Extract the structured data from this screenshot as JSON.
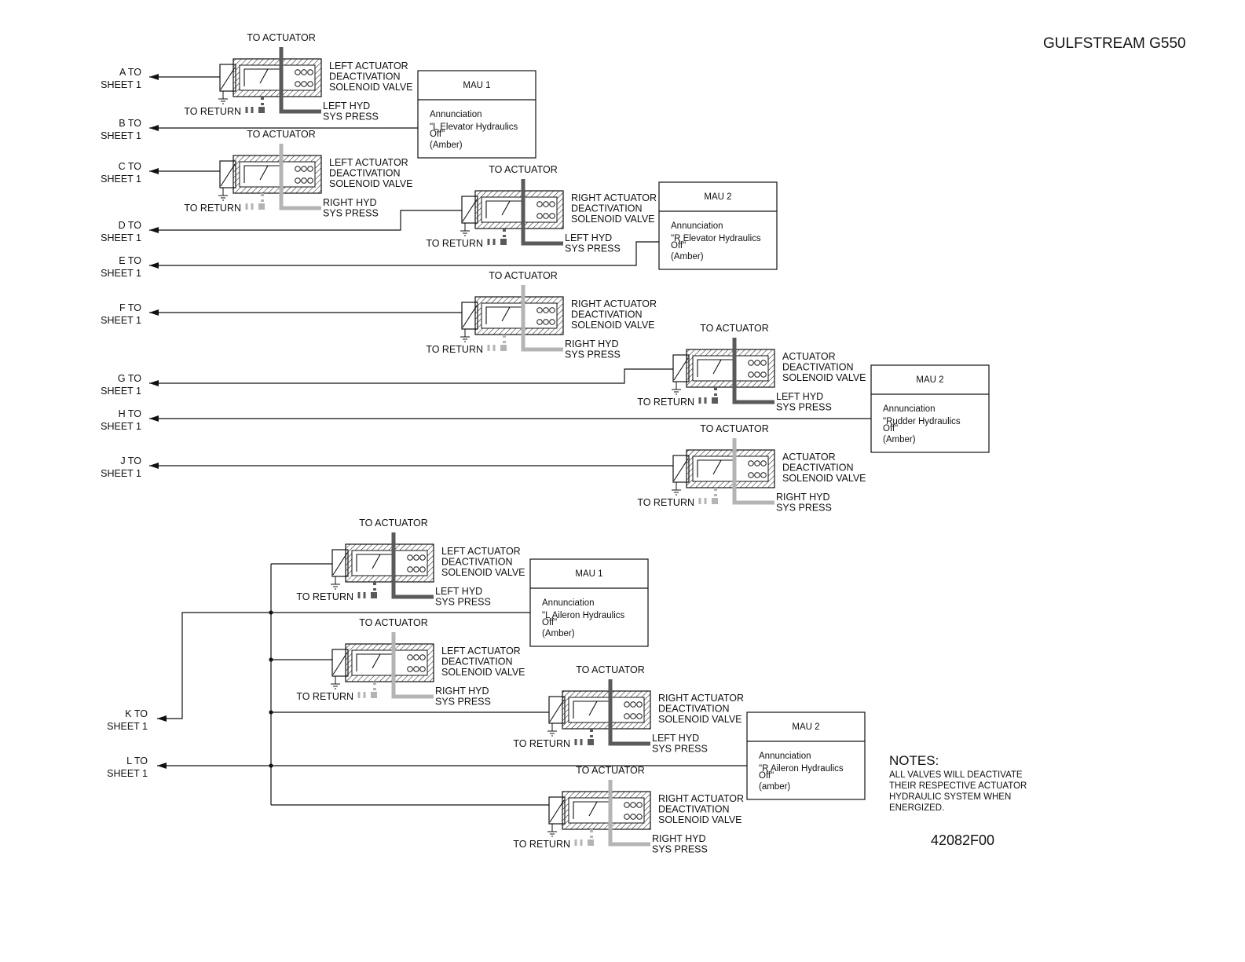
{
  "title": "GULFSTREAM G550",
  "figure_code": "42082F00",
  "notes": {
    "heading": "NOTES:",
    "lines": [
      "ALL VALVES WILL DEACTIVATE",
      "THEIR RESPECTIVE ACTUATOR",
      "HYDRAULIC SYSTEM WHEN",
      "ENERGIZED."
    ]
  },
  "common": {
    "to_actuator": "TO ACTUATOR",
    "to_return": "TO RETURN",
    "sheet": "SHEET 1"
  },
  "colors": {
    "left_hyd": "#5a5a5a",
    "right_hyd": "#b4b4b4",
    "line": "#111111"
  },
  "ports": [
    "A TO",
    "B TO",
    "C TO",
    "D TO",
    "E TO",
    "F TO",
    "G TO",
    "H TO",
    "J TO",
    "K TO",
    "L TO"
  ],
  "valves": [
    {
      "name": [
        "LEFT ACTUATOR",
        "DEACTIVATION",
        "SOLENOID VALVE"
      ],
      "press": [
        "LEFT HYD",
        "SYS PRESS"
      ],
      "hyd": "left"
    },
    {
      "name": [
        "LEFT ACTUATOR",
        "DEACTIVATION",
        "SOLENOID VALVE"
      ],
      "press": [
        "RIGHT HYD",
        "SYS PRESS"
      ],
      "hyd": "right"
    },
    {
      "name": [
        "RIGHT ACTUATOR",
        "DEACTIVATION",
        "SOLENOID VALVE"
      ],
      "press": [
        "LEFT HYD",
        "SYS PRESS"
      ],
      "hyd": "left"
    },
    {
      "name": [
        "RIGHT ACTUATOR",
        "DEACTIVATION",
        "SOLENOID VALVE"
      ],
      "press": [
        "RIGHT HYD",
        "SYS PRESS"
      ],
      "hyd": "right"
    },
    {
      "name": [
        "ACTUATOR",
        "DEACTIVATION",
        "SOLENOID VALVE"
      ],
      "press": [
        "LEFT HYD",
        "SYS PRESS"
      ],
      "hyd": "left"
    },
    {
      "name": [
        "ACTUATOR",
        "DEACTIVATION",
        "SOLENOID VALVE"
      ],
      "press": [
        "RIGHT HYD",
        "SYS PRESS"
      ],
      "hyd": "right"
    },
    {
      "name": [
        "LEFT ACTUATOR",
        "DEACTIVATION",
        "SOLENOID VALVE"
      ],
      "press": [
        "LEFT HYD",
        "SYS PRESS"
      ],
      "hyd": "left"
    },
    {
      "name": [
        "LEFT ACTUATOR",
        "DEACTIVATION",
        "SOLENOID VALVE"
      ],
      "press": [
        "RIGHT HYD",
        "SYS PRESS"
      ],
      "hyd": "right"
    },
    {
      "name": [
        "RIGHT ACTUATOR",
        "DEACTIVATION",
        "SOLENOID VALVE"
      ],
      "press": [
        "LEFT HYD",
        "SYS PRESS"
      ],
      "hyd": "left"
    },
    {
      "name": [
        "RIGHT ACTUATOR",
        "DEACTIVATION",
        "SOLENOID VALVE"
      ],
      "press": [
        "RIGHT HYD",
        "SYS PRESS"
      ],
      "hyd": "right"
    }
  ],
  "maus": [
    {
      "title": "MAU 1",
      "lines": [
        "Annunciation",
        "\"L Elevator Hydraulics",
        "Off\"",
        "(Amber)"
      ]
    },
    {
      "title": "MAU 2",
      "lines": [
        "Annunciation",
        "\"R Elevator Hydraulics",
        "Off\"",
        "(Amber)"
      ]
    },
    {
      "title": "MAU 2",
      "lines": [
        "Annunciation",
        "\"Rudder Hydraulics",
        "Off\"",
        "(Amber)"
      ]
    },
    {
      "title": "MAU 1",
      "lines": [
        "Annunciation",
        "\"L Aileron Hydraulics",
        "Off\"",
        "(Amber)"
      ]
    },
    {
      "title": "MAU 2",
      "lines": [
        "Annunciation",
        "\"R Aileron Hydraulics",
        "Off\"",
        "(amber)"
      ]
    }
  ]
}
